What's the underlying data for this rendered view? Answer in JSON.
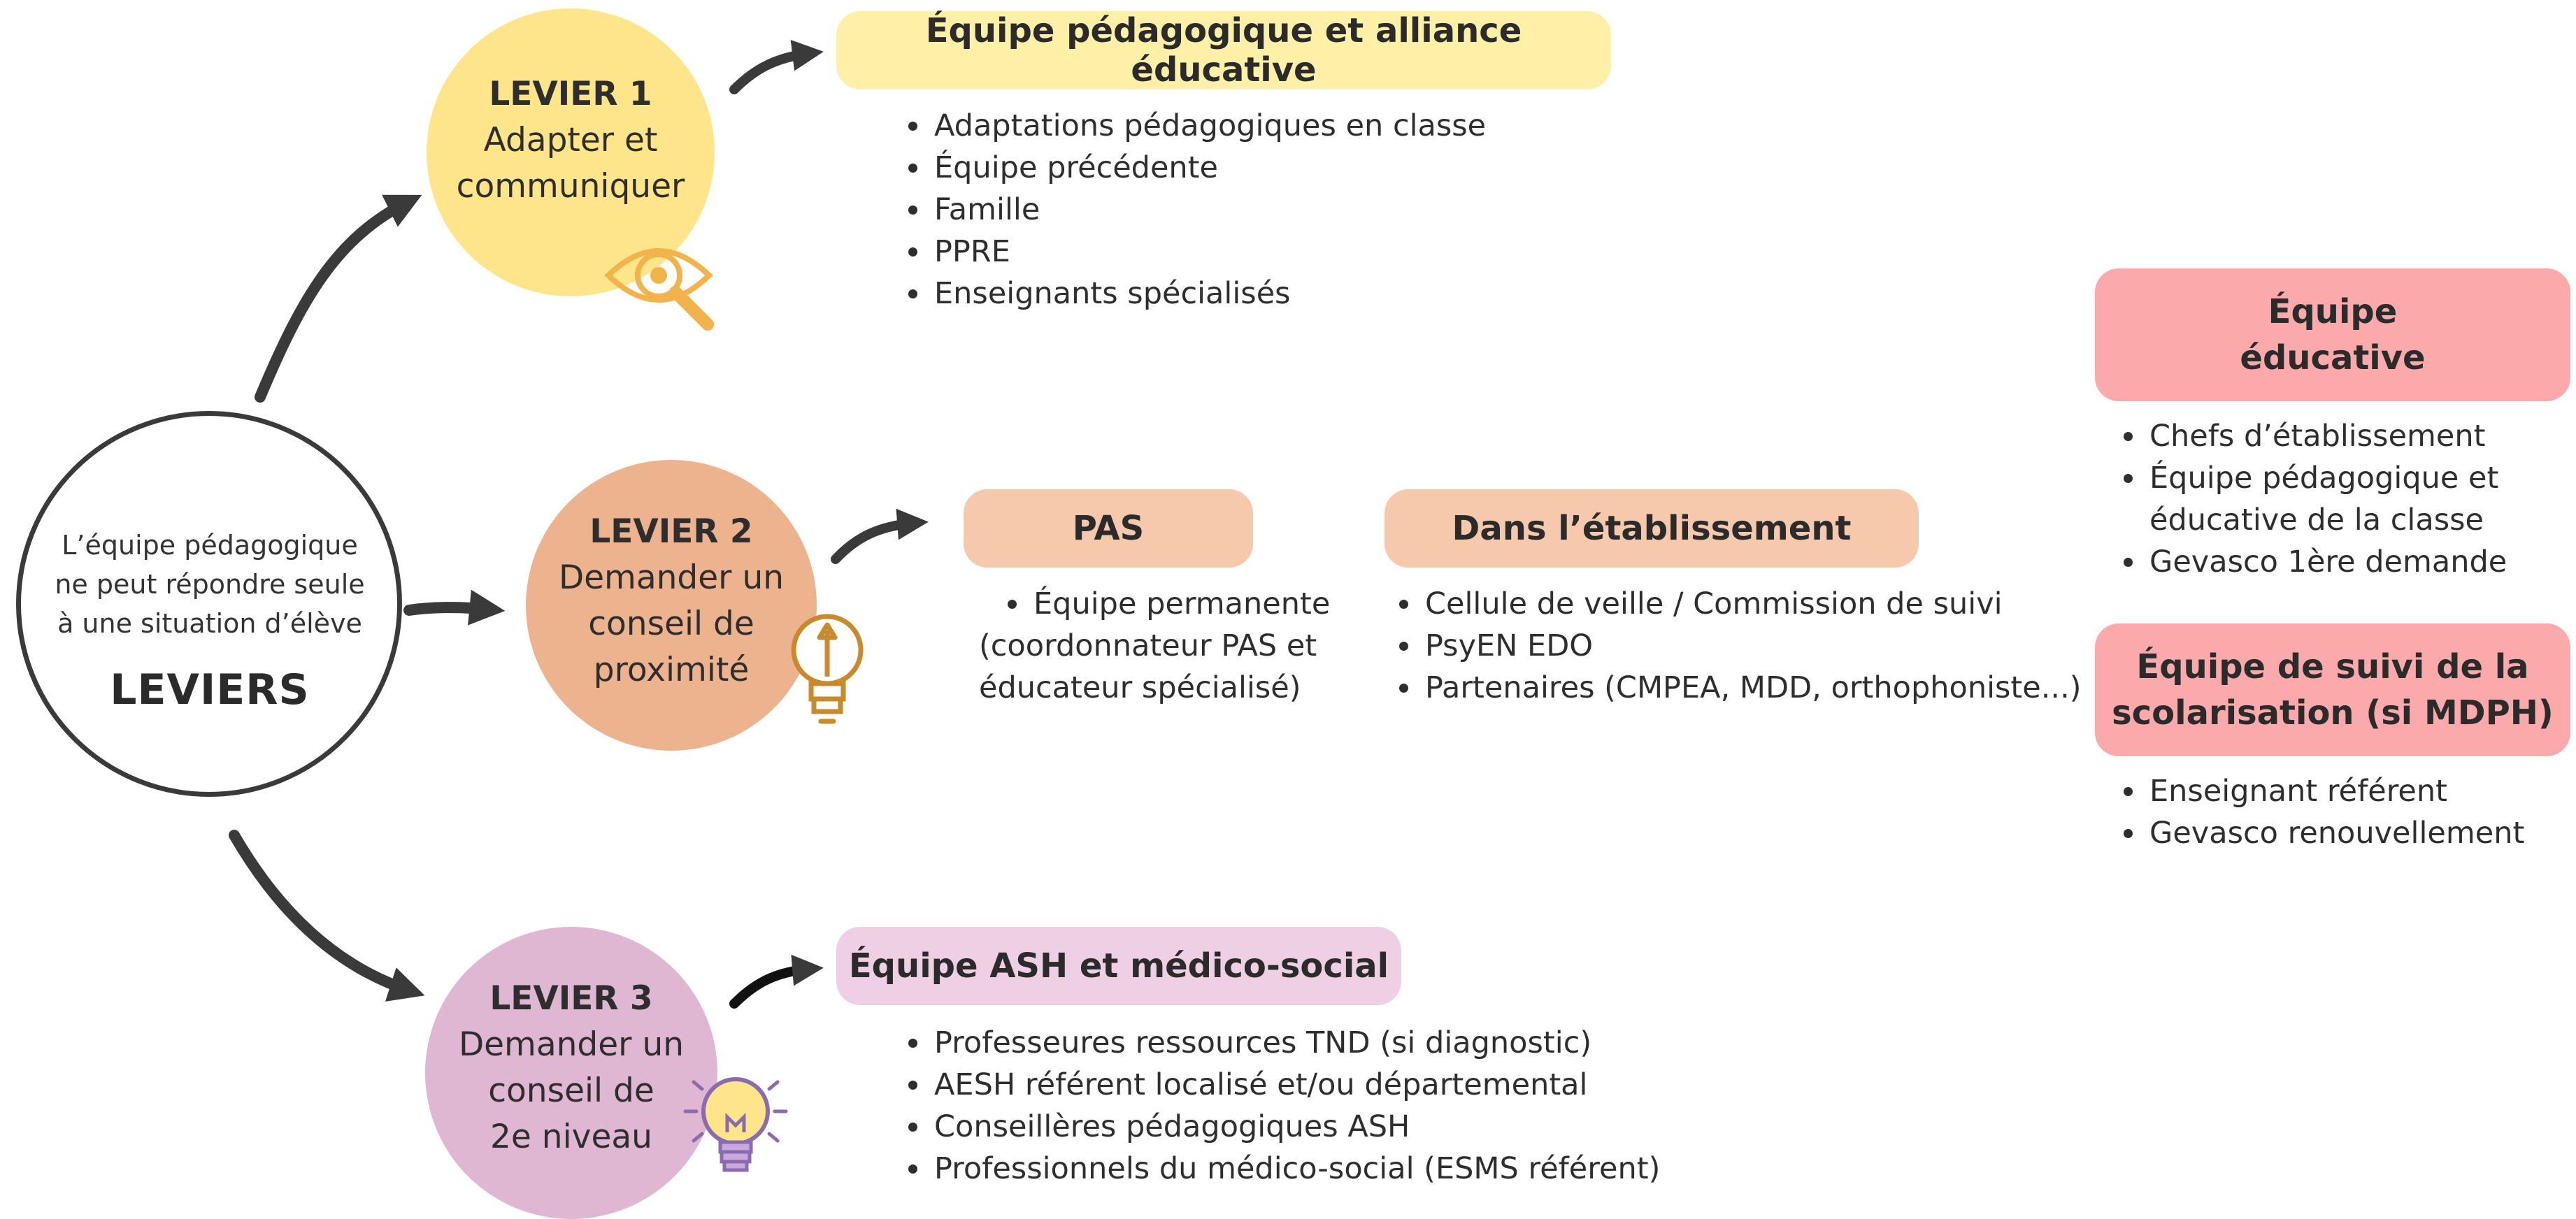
{
  "center": {
    "text_lines": [
      "L’équipe pédagogique",
      "ne peut répondre seule",
      "à une situation d’élève"
    ],
    "title": "LEVIERS"
  },
  "levers": [
    {
      "title": "LEVIER 1",
      "lines": [
        "Adapter et",
        "communiquer"
      ],
      "color": "#FFE58A",
      "icon": "eye-magnifier-icon"
    },
    {
      "title": "LEVIER 2",
      "lines": [
        "Demander un",
        "conseil de",
        "proximité"
      ],
      "color": "#EDB38E",
      "icon": "lightbulb-pencil-icon"
    },
    {
      "title": "LEVIER 3",
      "lines": [
        "Demander un",
        "conseil de",
        "2e niveau"
      ],
      "color": "#DFB7D3",
      "icon": "lightbulb-icon"
    }
  ],
  "boxes": {
    "equipe_pedagogique": {
      "title": "Équipe pédagogique et alliance éducative",
      "color": "#FFF0A8",
      "items": [
        "Adaptations pédagogiques en classe",
        "Équipe précédente",
        "Famille",
        "PPRE",
        "Enseignants spécialisés"
      ]
    },
    "pas": {
      "title": "PAS",
      "color": "#F6C9AD",
      "items": [
        "Équipe permanente"
      ],
      "continuation": [
        "(coordonnateur PAS et",
        "éducateur spécialisé)"
      ]
    },
    "etablissement": {
      "title": "Dans l’établissement",
      "color": "#F6C9AD",
      "items": [
        "Cellule de veille / Commission de suivi",
        "PsyEN EDO",
        "Partenaires (CMPEA, MDD, orthophoniste...)"
      ]
    },
    "equipe_educative": {
      "title_lines": [
        "Équipe",
        "éducative"
      ],
      "color": "#FCA9AC",
      "items": [
        [
          "Chefs d’établissement"
        ],
        [
          "Équipe pédagogique et",
          "éducative de la classe"
        ],
        [
          "Gevasco 1ère demande"
        ]
      ]
    },
    "equipe_suivi": {
      "title_lines": [
        "Équipe de suivi de la",
        "scolarisation (si MDPH)"
      ],
      "color": "#FCA9AC",
      "items": [
        "Enseignant référent",
        "Gevasco renouvellement"
      ]
    },
    "equipe_ash": {
      "title": "Équipe ASH et médico-social",
      "color": "#EFCFE4",
      "items": [
        "Professeures ressources TND (si diagnostic)",
        "AESH référent localisé et/ou départemental",
        "Conseillères pédagogiques ASH",
        "Professionnels du médico-social (ESMS référent)"
      ]
    }
  },
  "colors": {
    "arrow": "#3a3a3a",
    "icon_orange": "#E8A23A",
    "icon_purple": "#8B6BB0",
    "icon_yellow": "#FFE58A"
  }
}
